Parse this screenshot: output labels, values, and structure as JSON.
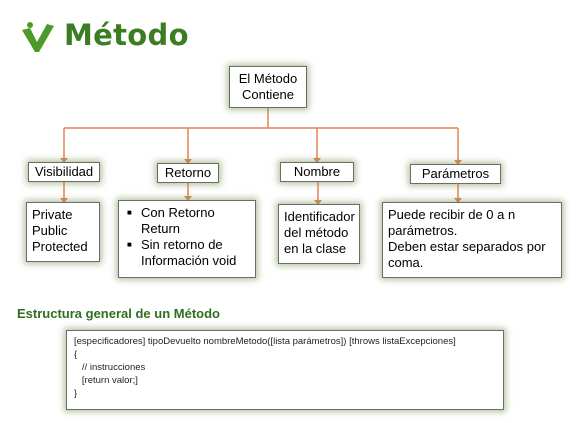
{
  "title": "Método",
  "logo_icon": "checkmark-drop-icon",
  "colors": {
    "brand_green": "#3a7d22",
    "connector_orange": "#e2854f",
    "glow_green": "#7a9a50"
  },
  "root": {
    "line1": "El Método",
    "line2": "Contiene"
  },
  "categories": [
    {
      "id": "vis",
      "label": "Visibilidad",
      "body": [
        "Private",
        "Public",
        "Protected"
      ]
    },
    {
      "id": "ret",
      "label": "Retorno",
      "body_bullets": [
        [
          "Con Retorno",
          "Return"
        ],
        [
          "Sin retorno  de",
          "Información void"
        ]
      ]
    },
    {
      "id": "nom",
      "label": "Nombre",
      "body": [
        "Identificador",
        "del método",
        "en la clase"
      ]
    },
    {
      "id": "par",
      "label": "Parámetros",
      "body": [
        "Puede recibir de 0 a n",
        "parámetros.",
        "Deben estar separados por",
        "coma."
      ]
    }
  ],
  "subtitle": "Estructura general de un Método",
  "code_lines": [
    "[especificadores] tipoDevuelto nombreMetodo([lista parámetros]) [throws listaExcepciones]",
    "{",
    "   // instrucciones",
    "   [return valor;]",
    "}"
  ]
}
